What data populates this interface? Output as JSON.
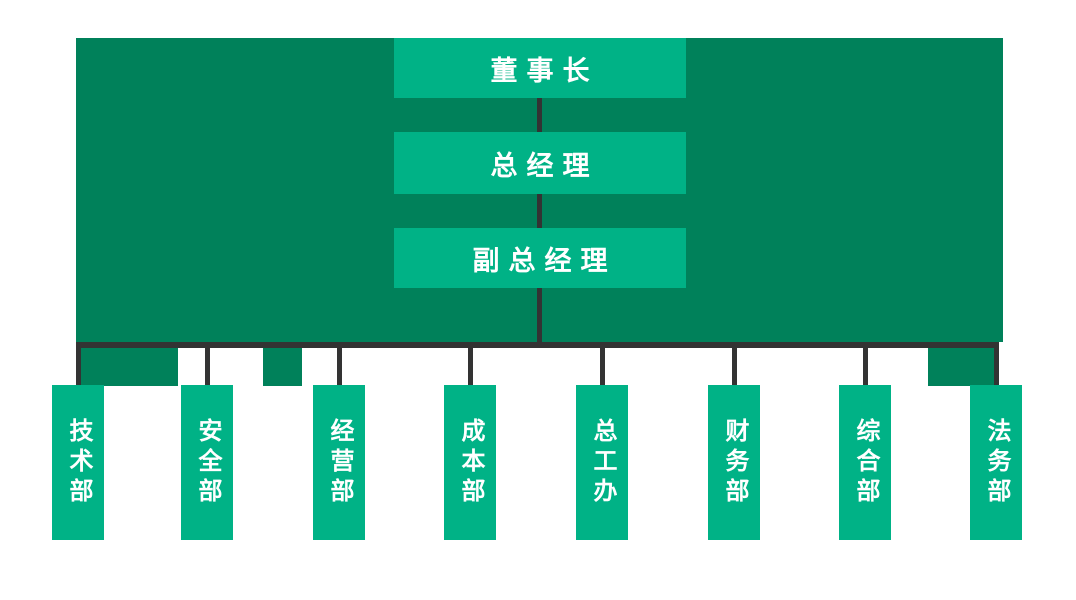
{
  "colors": {
    "page_bg": "#ffffff",
    "panel_green": "#00815A",
    "node_green": "#00B286",
    "connector_dark": "#333333",
    "text_white": "#ffffff"
  },
  "org": {
    "top_nodes": [
      {
        "label": "董事长"
      },
      {
        "label": "总经理"
      },
      {
        "label": "副总经理"
      }
    ],
    "departments": [
      {
        "label": "技术部"
      },
      {
        "label": "安全部"
      },
      {
        "label": "经营部"
      },
      {
        "label": "成本部"
      },
      {
        "label": "总工办"
      },
      {
        "label": "财务部"
      },
      {
        "label": "综合部"
      },
      {
        "label": "法务部"
      }
    ]
  }
}
